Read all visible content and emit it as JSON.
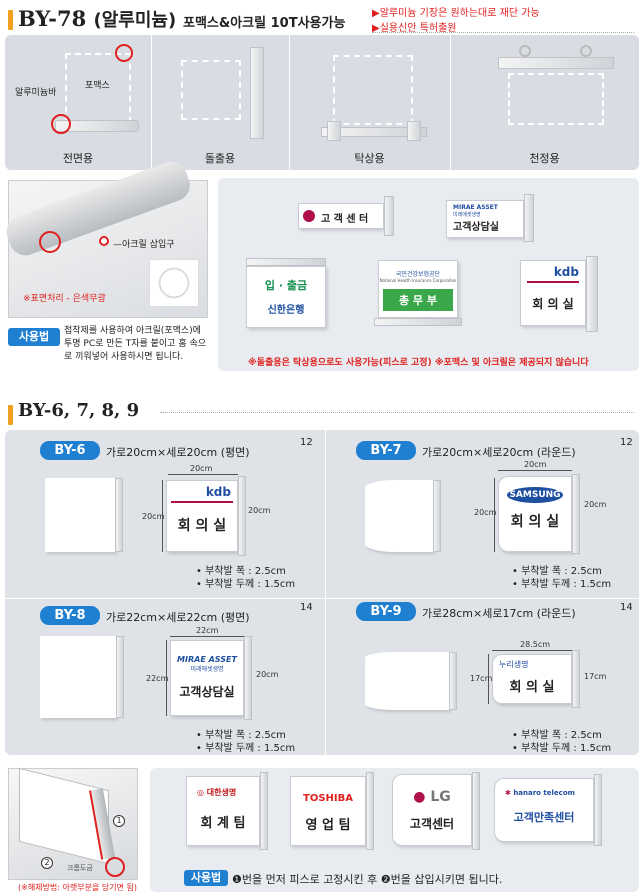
{
  "section1": {
    "model": "BY-78",
    "model_sub": "(알루미늄)",
    "desc": "포맥스&아크릴 10T사용가능",
    "note1": "▶알루미늄 기장은 원하는대로 재단 가능",
    "note2": "▶실용신안 특허출원",
    "labels": [
      "전면용",
      "돌출용",
      "탁상용",
      "천정용"
    ],
    "callout_bar": "알루미늄바",
    "callout_pomax": "포맥스",
    "closeup_callout": "아크릴 삽입구",
    "closeup_note": "※표면처리 - 은색무광",
    "usage_tag": "사용법",
    "usage_text": "접착제를 사용하여 아크릴(포맥스)에 투명 PC로 만든 T자를 붙이고 홈 속으로 끼워넣어 사용하시면 됩니다.",
    "signs": {
      "s1": "고 객 센 터",
      "s2_brand": "MIRAE ASSET",
      "s2_sub": "미래에셋생명",
      "s2": "고객상담실",
      "s3_top": "입 · 출금",
      "s3_brand": "신한은행",
      "s4_brand": "국민건강보험공단",
      "s4_sub": "National Health Insurance Corporation",
      "s4": "총  무  부",
      "s5_brand": "kdb",
      "s5": "회 의 실"
    },
    "bottom_note": "※돌출용은 탁상용으로도 사용가능(피스로 고정)  ※포맥스 및 아크릴은 제공되지 않습니다"
  },
  "section2": {
    "title": "BY-6, 7, 8, 9",
    "items": [
      {
        "tag": "BY-6",
        "desc": "가로20cm×세로20cm (평면)",
        "qty": "12",
        "w": "20cm",
        "h": "20cm",
        "h2": "20cm",
        "brand": "kdb",
        "sign": "회 의 실",
        "spec1": "• 부착발 폭 : 2.5cm",
        "spec2": "• 부착발 두께 : 1.5cm"
      },
      {
        "tag": "BY-7",
        "desc": "가로20cm×세로20cm (라운드)",
        "qty": "12",
        "w": "20cm",
        "h": "20cm",
        "h2": "20cm",
        "brand": "SAMSUNG",
        "sign": "회 의 실",
        "spec1": "• 부착발 폭 : 2.5cm",
        "spec2": "• 부착발 두께 : 1.5cm"
      },
      {
        "tag": "BY-8",
        "desc": "가로22cm×세로22cm (평면)",
        "qty": "14",
        "w": "22cm",
        "h": "22cm",
        "h2": "20cm",
        "brand": "MIRAE ASSET",
        "brand_sub": "미래에셋생명",
        "sign": "고객상담실",
        "spec1": "• 부착발 폭 : 2.5cm",
        "spec2": "• 부착발 두께 : 1.5cm"
      },
      {
        "tag": "BY-9",
        "desc": "가로28cm×세로17cm (라운드)",
        "qty": "14",
        "w": "28.5cm",
        "h": "17cm",
        "h2": "17cm",
        "brand": "누리생명",
        "sign": "회 의 실",
        "spec1": "• 부착발 폭 : 2.5cm",
        "spec2": "• 부착발 두께 : 1.5cm"
      }
    ]
  },
  "section3": {
    "bottom_caption": "(※해체방법: 아랫부분을 당기면 됨)",
    "grip_label": "크롬도금",
    "signs": [
      {
        "brand": "대한생명",
        "text": "회 계 팀"
      },
      {
        "brand": "TOSHIBA",
        "text": "영 업 팀"
      },
      {
        "brand": "LG",
        "text": "고객센터"
      },
      {
        "brand": "hanaro telecom",
        "text": "고객만족센터"
      }
    ],
    "usage_tag": "사용법",
    "usage_text": "❶번을 먼저 피스로 고정시킨 후 ❷번을 삽입시키면 됩니다."
  },
  "colors": {
    "accent": "#1f7fd0",
    "red": "#e02020",
    "header_bar": "#f0a020"
  }
}
